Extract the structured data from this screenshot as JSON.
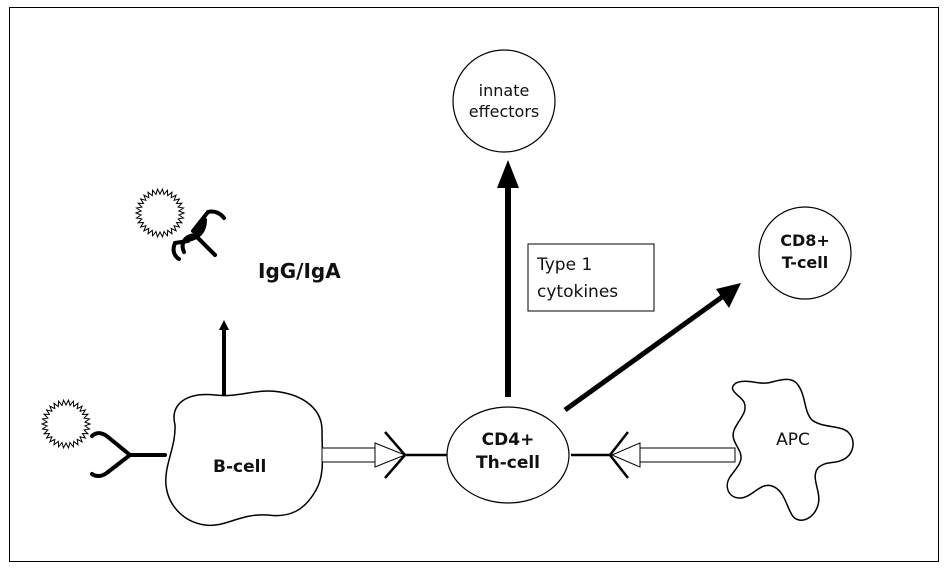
{
  "nodes": {
    "innate": {
      "line1": "innate",
      "line2": "effectors"
    },
    "cd8": {
      "line1": "CD8+",
      "line2": "T-cell"
    },
    "cd4": {
      "line1": "CD4+",
      "line2": "Th-cell"
    },
    "bcell": {
      "label": "B-cell"
    },
    "apc": {
      "label": "APC"
    },
    "antibody": {
      "label": "IgG/IgA"
    }
  },
  "cytokine_box": {
    "line1": "Type 1",
    "line2": "cytokines"
  },
  "colors": {
    "line": "#000000",
    "background": "#ffffff"
  }
}
